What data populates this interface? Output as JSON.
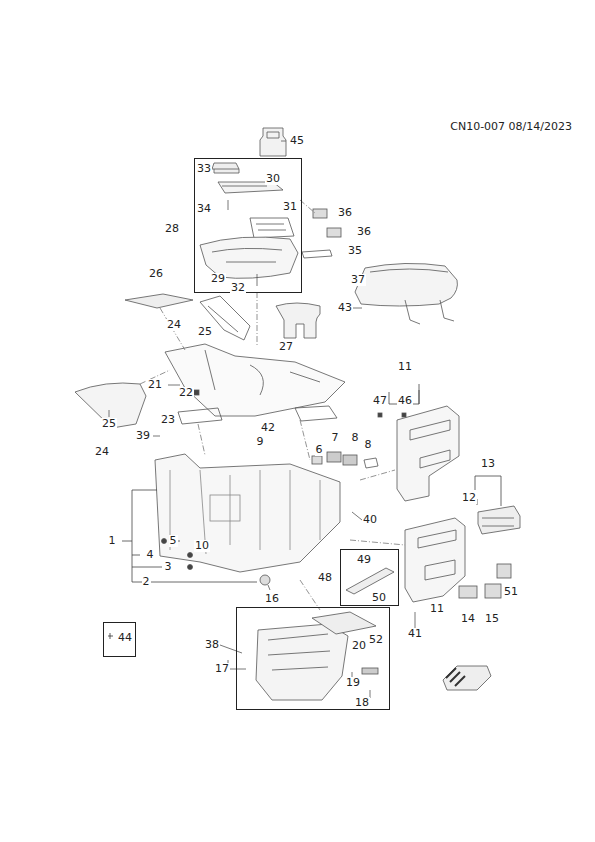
{
  "diagram": {
    "nodes": [
      {
        "text": [
          "28",
          "33",
          "30",
          "34",
          "31",
          "29",
          "32"
        ]
      },
      {
        "text": [
          "48",
          "49",
          "50"
        ]
      },
      {
        "text": [
          "44"
        ]
      },
      {
        "text": [
          "17",
          "38",
          "20",
          "52",
          "19",
          "18"
        ]
      }
    ],
    "labels": [
      "CN10-007 08/14/2023",
      "45",
      "36",
      "36",
      "35",
      "37",
      "43",
      "26",
      "24",
      "25",
      "27",
      "21",
      "22",
      "25",
      "24",
      "23",
      "39",
      "42",
      "9",
      "11",
      "47",
      "46",
      "6",
      "7",
      "8",
      "8",
      "13",
      "12",
      "40",
      "1",
      "5",
      "4",
      "3",
      "2",
      "10",
      "16",
      "11",
      "41",
      "14",
      "15",
      "51"
    ]
  }
}
